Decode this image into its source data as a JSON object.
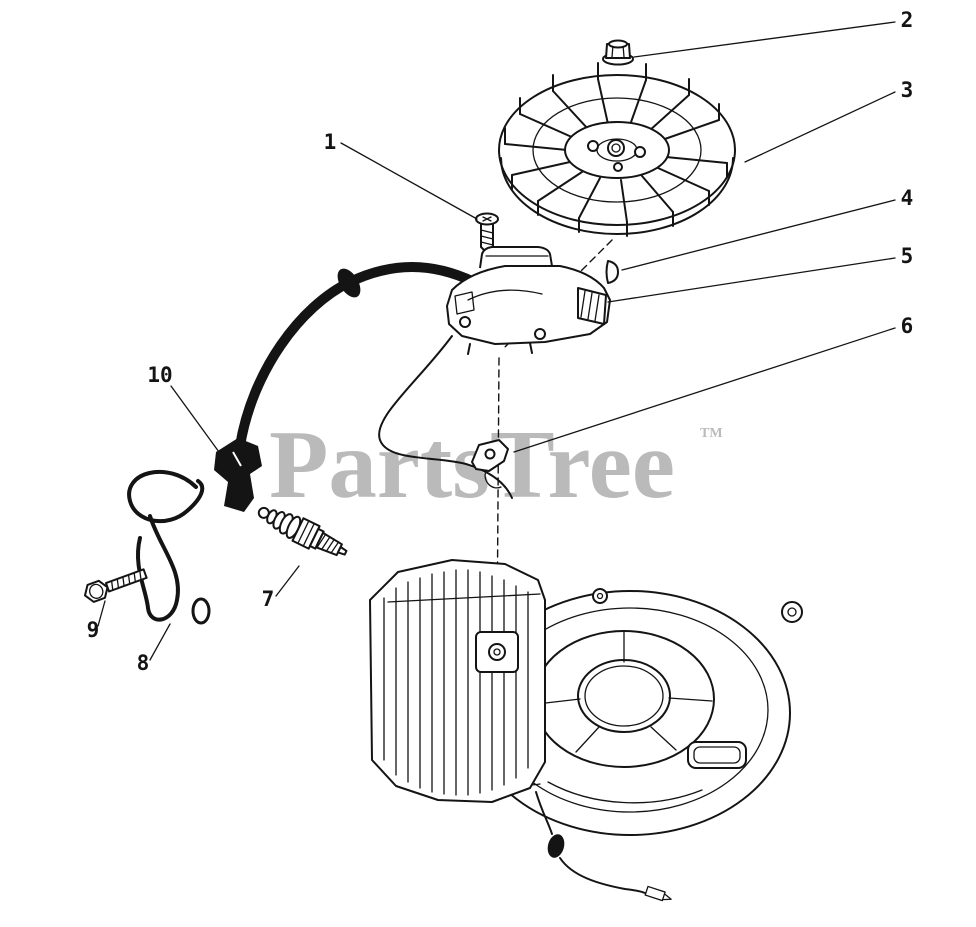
{
  "page": {
    "background": "#ffffff",
    "line_color": "#141414",
    "watermark_color": "#a9a9a9"
  },
  "watermark": {
    "text": "PartsTree",
    "tm": "TM"
  },
  "callouts": [
    {
      "label": "1"
    },
    {
      "label": "2"
    },
    {
      "label": "3"
    },
    {
      "label": "4"
    },
    {
      "label": "5"
    },
    {
      "label": "6"
    },
    {
      "label": "7"
    },
    {
      "label": "8"
    },
    {
      "label": "9"
    },
    {
      "label": "10"
    }
  ]
}
